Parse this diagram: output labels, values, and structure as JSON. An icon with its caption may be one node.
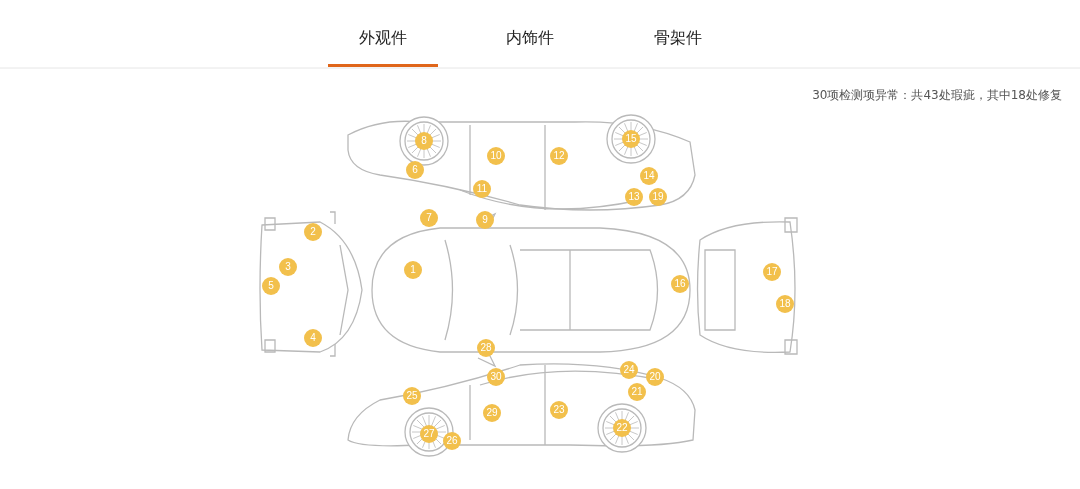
{
  "diagram": {
    "labels": [
      "外观件",
      "内饰件",
      "骨架件",
      "30项检测项异常：共43处瑕疵，其中18处修复",
      "15",
      "8",
      "10",
      "12",
      "6",
      "14",
      "11",
      "13",
      "19",
      "7",
      "9",
      "2",
      "3",
      "1",
      "17",
      "16",
      "5",
      "18",
      "4",
      "28",
      "24",
      "30",
      "20",
      "21",
      "25",
      "23",
      "29",
      "22",
      "27",
      "26"
    ]
  }
}
